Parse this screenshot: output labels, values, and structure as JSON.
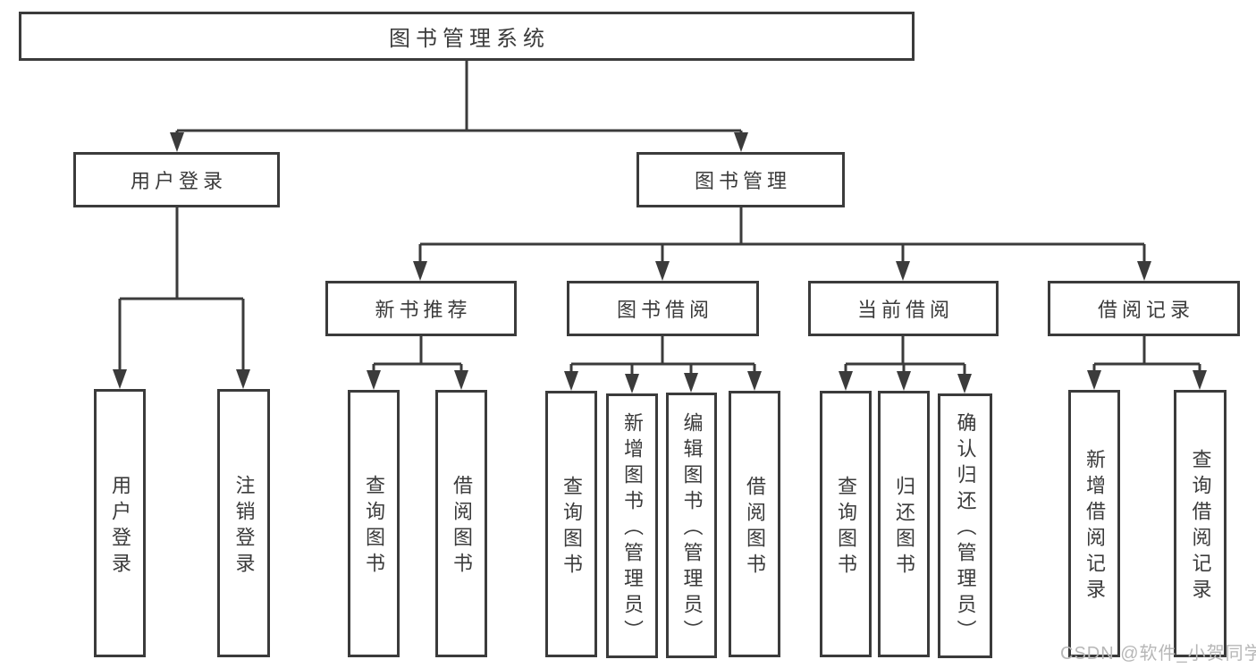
{
  "diagram_type": "hierarchy-tree",
  "root": {
    "label": "图书管理系统"
  },
  "tree": {
    "login": {
      "label": "用户登录",
      "children": [
        {
          "label": "用户登录"
        },
        {
          "label": "注销登录"
        }
      ]
    },
    "management": {
      "label": "图书管理",
      "children": [
        {
          "label": "新书推荐",
          "children": [
            {
              "label": "查询图书"
            },
            {
              "label": "借阅图书"
            }
          ]
        },
        {
          "label": "图书借阅",
          "children": [
            {
              "label": "查询图书"
            },
            {
              "label": "新增图书（管理员）"
            },
            {
              "label": "编辑图书（管理员）"
            },
            {
              "label": "借阅图书"
            }
          ]
        },
        {
          "label": "当前借阅",
          "children": [
            {
              "label": "查询图书"
            },
            {
              "label": "归还图书"
            },
            {
              "label": "确认归还（管理员）"
            }
          ]
        },
        {
          "label": "借阅记录",
          "children": [
            {
              "label": "新增借阅记录"
            },
            {
              "label": "查询借阅记录"
            }
          ]
        }
      ]
    }
  },
  "watermark": "CSDN @软件_小贺同学",
  "colors": {
    "line": "#3b3b3b",
    "text": "#3b3b3b",
    "background": "#ffffff",
    "watermark": "#b7b7b7"
  }
}
